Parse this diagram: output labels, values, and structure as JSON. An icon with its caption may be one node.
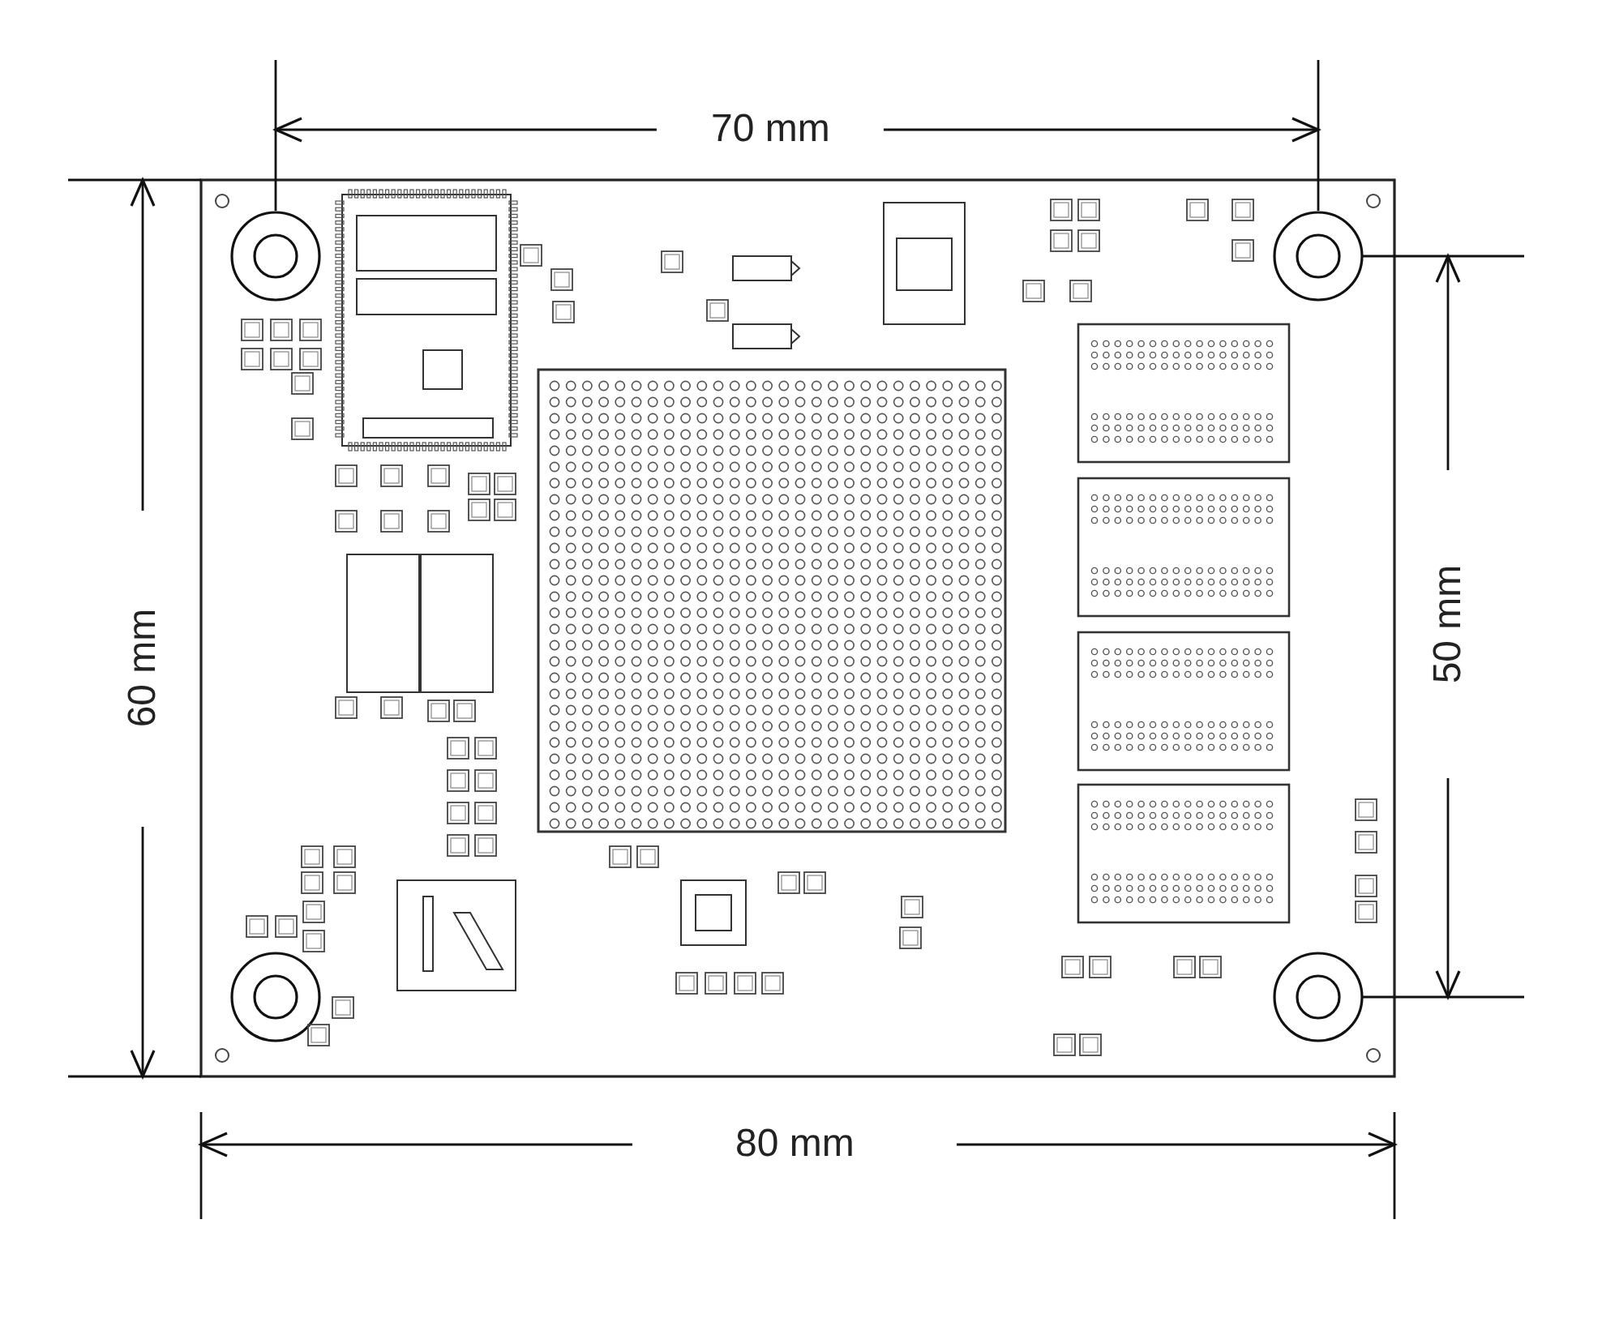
{
  "diagram": {
    "labels": [
      "70 mm",
      "60 mm",
      "50 mm",
      "80 mm"
    ]
  }
}
